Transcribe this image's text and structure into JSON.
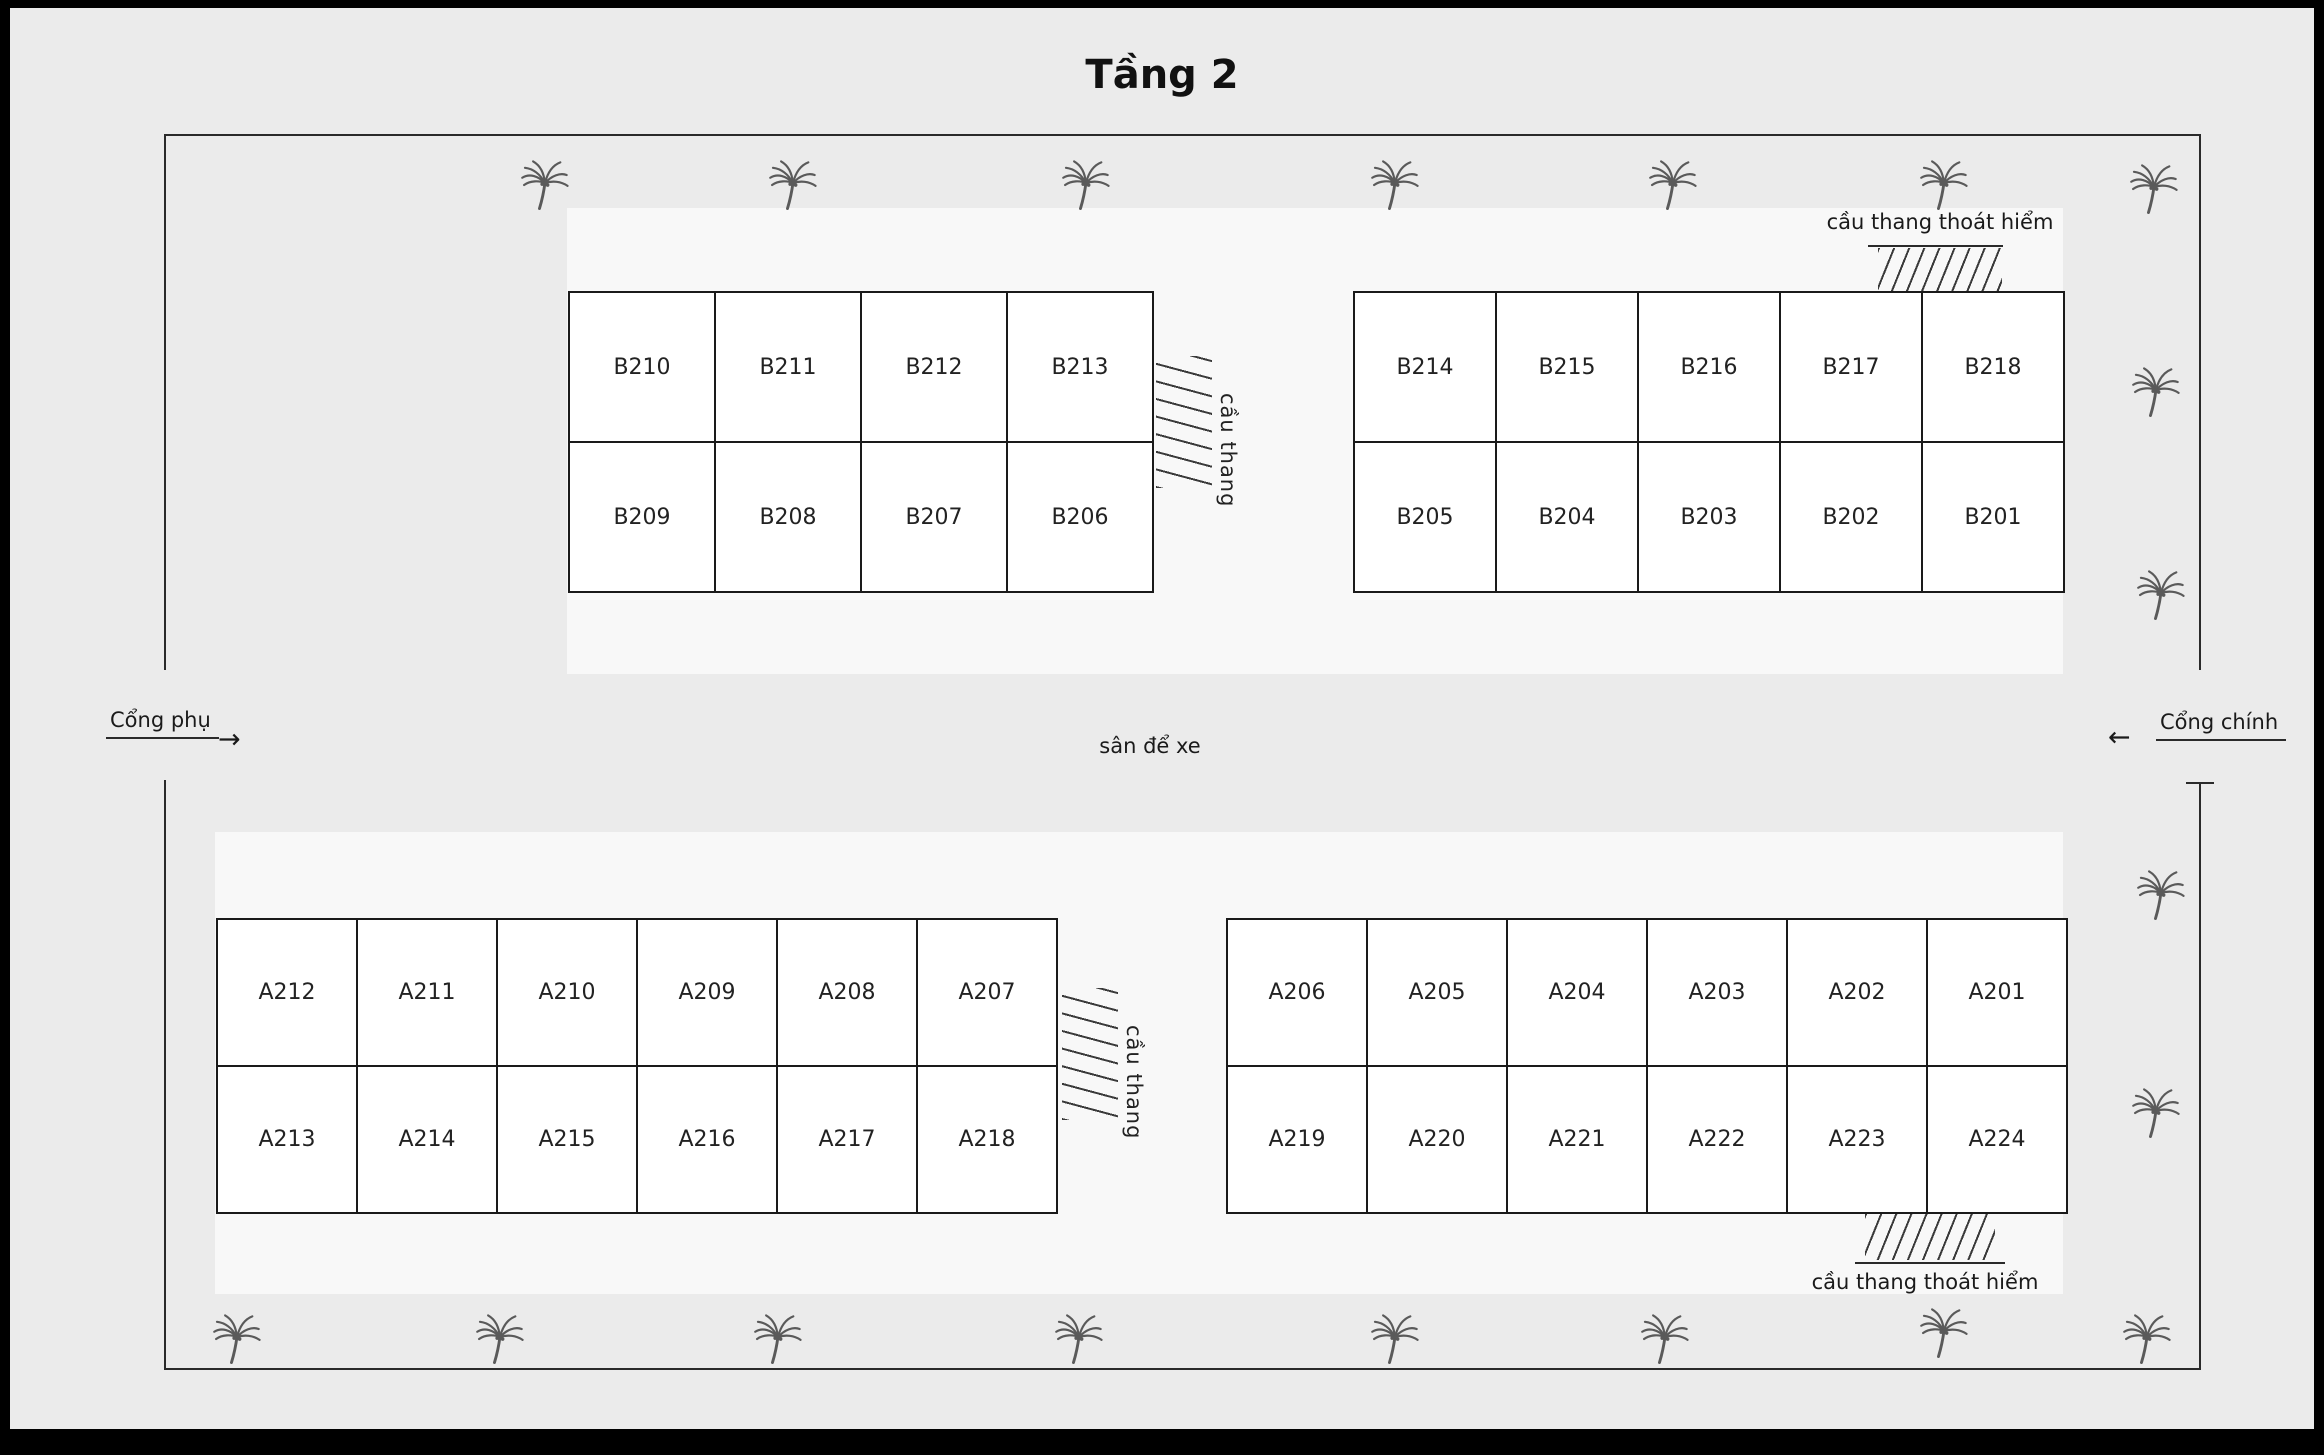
{
  "title": "Tầng 2",
  "labels": {
    "parking": "sân để xe",
    "side_gate": "Cổng phụ",
    "side_gate_arrow": "→",
    "main_gate": "Cổng chính",
    "main_gate_arrow": "←",
    "stair_b": "cầu thang",
    "stair_a": "cầu thang",
    "emergency_stair_top": "cầu thang thoát hiểm",
    "emergency_stair_bottom": "cầu thang thoát hiểm"
  },
  "icons": {
    "palm": "palm-tree"
  },
  "building_b": {
    "left": {
      "rows": [
        [
          "B210",
          "B211",
          "B212",
          "B213"
        ],
        [
          "B209",
          "B208",
          "B207",
          "B206"
        ]
      ]
    },
    "right": {
      "rows": [
        [
          "B214",
          "B215",
          "B216",
          "B217",
          "B218"
        ],
        [
          "B205",
          "B204",
          "B203",
          "B202",
          "B201"
        ]
      ]
    }
  },
  "building_a": {
    "left": {
      "rows": [
        [
          "A212",
          "A211",
          "A210",
          "A209",
          "A208",
          "A207"
        ],
        [
          "A213",
          "A214",
          "A215",
          "A216",
          "A217",
          "A218"
        ]
      ]
    },
    "right": {
      "rows": [
        [
          "A206",
          "A205",
          "A204",
          "A203",
          "A202",
          "A201"
        ],
        [
          "A219",
          "A220",
          "A221",
          "A222",
          "A223",
          "A224"
        ]
      ]
    }
  },
  "colors": {
    "background": "#ebebeb",
    "strip": "#f8f8f8",
    "room_fill": "#ffffff",
    "line": "#1a1a1a",
    "frame": "#000000"
  }
}
